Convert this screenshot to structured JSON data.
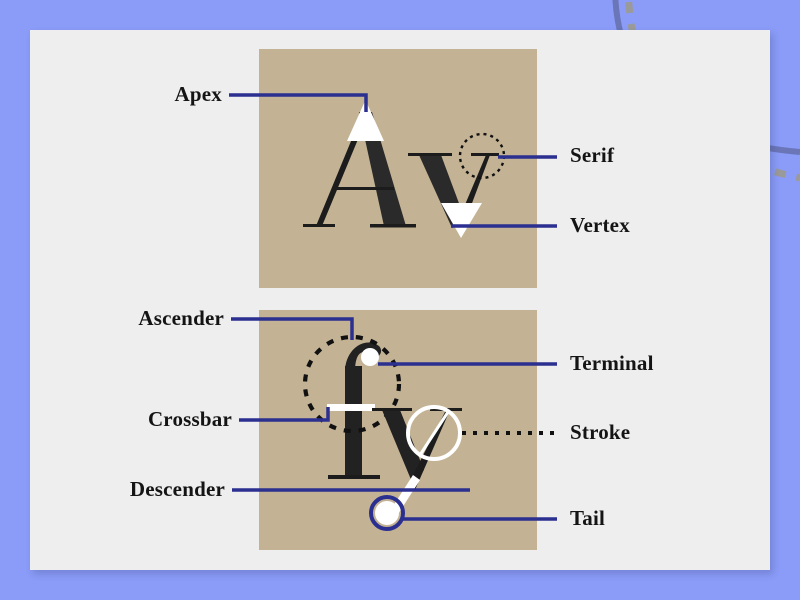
{
  "poster": {
    "background_color": "#8a9cf8",
    "card_color": "#eeeeee",
    "panel_color": "#c3b394",
    "accent_color": "#2b2f8f",
    "ink_color": "#1c1c1c",
    "highlight_color": "#ffffff",
    "dotted_color": "#111111"
  },
  "decoration": {
    "dashed_arc": {
      "name": "dashed-arc",
      "color": "#9a9a9a"
    },
    "solid_arc": {
      "name": "solid-arc",
      "color": "#6b76b8"
    }
  },
  "panels": [
    {
      "name": "specimen-panel-capitals",
      "glyphs": "Av",
      "glyph_names": [
        "capital-a-glyph",
        "lowercase-v-glyph"
      ]
    },
    {
      "name": "specimen-panel-lowercase",
      "glyphs": "fy",
      "glyph_names": [
        "lowercase-f-glyph",
        "lowercase-y-glyph"
      ]
    }
  ],
  "annotations": [
    {
      "id": "apex",
      "label": "Apex",
      "side": "left",
      "connector": "solid",
      "target": "apex-highlight"
    },
    {
      "id": "serif",
      "label": "Serif",
      "side": "right",
      "connector": "solid",
      "target": "serif-dotted-circle"
    },
    {
      "id": "vertex",
      "label": "Vertex",
      "side": "right",
      "connector": "solid",
      "target": "vertex-highlight"
    },
    {
      "id": "ascender",
      "label": "Ascender",
      "side": "left",
      "connector": "solid",
      "target": "ascender-dashed-circle"
    },
    {
      "id": "crossbar",
      "label": "Crossbar",
      "side": "left",
      "connector": "solid",
      "target": "crossbar-highlight"
    },
    {
      "id": "descender",
      "label": "Descender",
      "side": "left",
      "connector": "solid",
      "target": "descender-highlight"
    },
    {
      "id": "terminal",
      "label": "Terminal",
      "side": "right",
      "connector": "solid",
      "target": "terminal-dot"
    },
    {
      "id": "stroke",
      "label": "Stroke",
      "side": "right",
      "connector": "dotted",
      "target": "stroke-circle"
    },
    {
      "id": "tail",
      "label": "Tail",
      "side": "right",
      "connector": "solid",
      "target": "tail-circle"
    }
  ]
}
